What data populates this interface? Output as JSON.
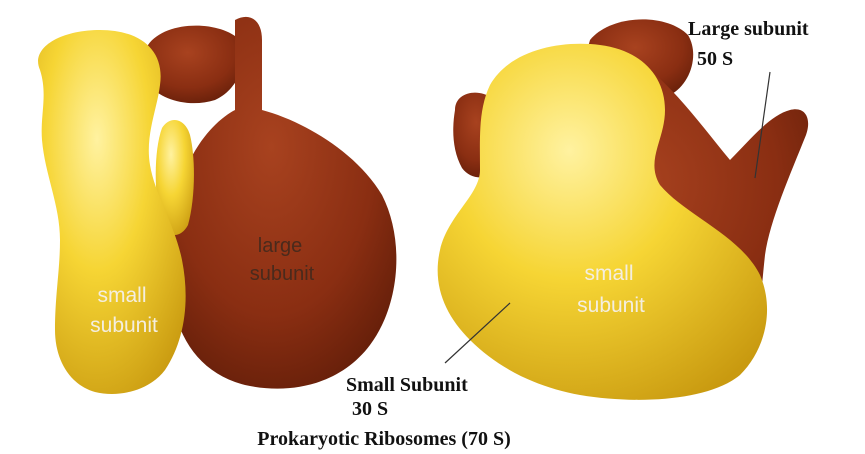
{
  "diagram": {
    "left_model": {
      "large_label_line1": "large",
      "large_label_line2": "subunit",
      "small_label_line1": "small",
      "small_label_line2": "subunit"
    },
    "right_model": {
      "small_label_line1": "small",
      "small_label_line2": "subunit"
    },
    "callouts": {
      "large_title": "Large subunit",
      "large_value": "50 S",
      "small_title": "Small Subunit",
      "small_value": "30 S"
    },
    "caption": "Prokaryotic Ribosomes (70 S)"
  },
  "colors": {
    "large_subunit": "#8a2e12",
    "small_subunit": "#f2cf2c",
    "background": "#ffffff"
  }
}
